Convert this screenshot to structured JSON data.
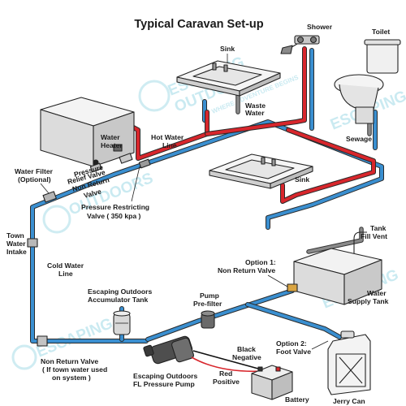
{
  "title": "Typical Caravan Set-up",
  "watermark": {
    "line1": "ESCAPING",
    "line2": "OUTDOORS",
    "tagline": "WHERE ADVENTURE BEGINS"
  },
  "labels": {
    "shower": "Shower",
    "toilet": "Toilet",
    "sink_top": "Sink",
    "waste_water_1": "Waste",
    "waste_water_2": "Water",
    "sewage": "Sewage",
    "water_heater_1": "Water",
    "water_heater_2": "Heater",
    "hot_water_line_1": "Hot Water",
    "hot_water_line_2": "Line",
    "sink_mid": "Sink",
    "water_filter_1": "Water Filter",
    "water_filter_2": "(Optional)",
    "pressure_relief_1": "Pressure",
    "pressure_relief_2": "Relief Valve",
    "non_return_small_1": "Non Return",
    "non_return_small_2": "Valve",
    "pressure_restricting_1": "Pressure Restricting",
    "pressure_restricting_2": "Valve ( 350 kpa )",
    "tank_fill_vent_1": "Tank",
    "tank_fill_vent_2": "Fill Vent",
    "town_water_1": "Town",
    "town_water_2": "Water",
    "town_water_3": "Intake",
    "cold_water_line_1": "Cold Water",
    "cold_water_line_2": "Line",
    "option1_1": "Option 1:",
    "option1_2": "Non Return Valve",
    "water_supply_1": "Water",
    "water_supply_2": "Supply Tank",
    "accumulator_1": "Escaping Outdoors",
    "accumulator_2": "Accumulator Tank",
    "prefilter_1": "Pump",
    "prefilter_2": "Pre-filter",
    "option2_1": "Option 2:",
    "option2_2": "Foot Valve",
    "black_neg_1": "Black",
    "black_neg_2": "Negative",
    "red_pos_1": "Red",
    "red_pos_2": "Positive",
    "nonreturn_bottom_1": "Non Return Valve",
    "nonreturn_bottom_2": "( If town water used",
    "nonreturn_bottom_3": "on system )",
    "pump_1": "Escaping Outdoors",
    "pump_2": "FL Pressure Pump",
    "battery": "Battery",
    "jerry_can": "Jerry Can"
  },
  "colors": {
    "cold_pipe": "#3a8fd0",
    "hot_pipe": "#d8262c",
    "watermark": "#9fd9e6"
  }
}
